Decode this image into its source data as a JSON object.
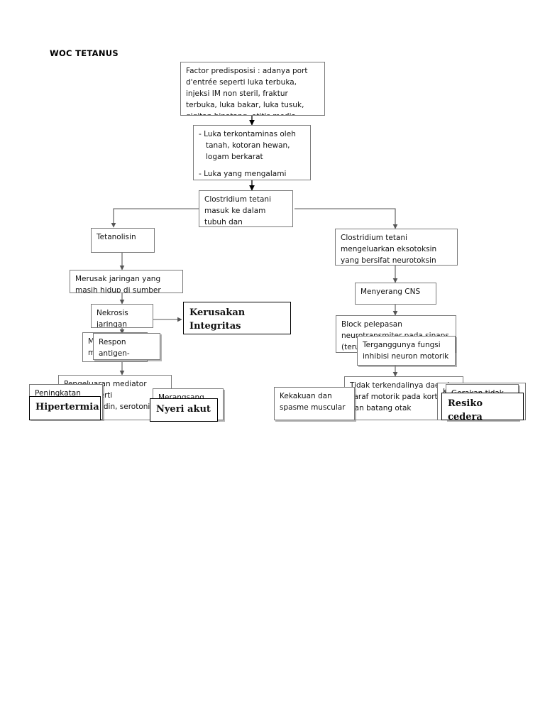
{
  "document": {
    "title": "WOC TETANUS",
    "type": "flowchart",
    "background": "#ffffff",
    "box_border_color": "#7a7a7a",
    "diagnosis_border_color": "#000000"
  },
  "nodes": [
    {
      "id": "factor-predisposisi",
      "name": "node-factor-predisposisi",
      "text": "Factor predisposisi : adanya port d'entrée seperti luka terbuka, injeksi IM non steril, fraktur terbuka, luka bakar, luka tusuk, gigitan binatang, otitis media",
      "kind": "process"
    },
    {
      "id": "luka-terkontaminasi",
      "name": "node-luka-terkontaminasi",
      "line1": "- Luka terkontaminas oleh tanah, kotoran hewan, logam berkarat",
      "line2": "- Luka yang mengalami",
      "kind": "process"
    },
    {
      "id": "clostridium-masuk",
      "name": "node-clostridium-masuk",
      "text": "Clostridium tetani masuk ke dalam tubuh dan bermultifikasi",
      "kind": "process"
    },
    {
      "id": "tetanolisin",
      "name": "node-tetanolisin",
      "text": "Tetanolisin",
      "kind": "process"
    },
    {
      "id": "merusak-jaringan",
      "name": "node-merusak-jaringan",
      "text": "Merusak jaringan yang masih hidup di sumber",
      "kind": "process"
    },
    {
      "id": "nekrosis",
      "name": "node-nekrosis",
      "text": "Nekrosis jaringan",
      "kind": "process"
    },
    {
      "id": "kerusakan-integritas",
      "name": "node-kerusakan-integritas-jaringan",
      "text": "Kerusakan Integritas Jaringan",
      "kind": "diagnosis"
    },
    {
      "id": "mengaktifkan-makrofag",
      "name": "node-mengaktifkan-makrofag",
      "text": "Mengaktifkan makrofag",
      "kind": "process"
    },
    {
      "id": "respon-antigen",
      "name": "node-respon-antigen",
      "text": "Respon antigen-",
      "kind": "process"
    },
    {
      "id": "pengeluaran-mediator",
      "name": "node-pengeluaran-mediator",
      "text": "Pengeluaran mediator kimia seperti prostaglandin, serotonin",
      "kind": "process"
    },
    {
      "id": "peningkatan",
      "name": "node-peningkatan-suhu",
      "text": "Peningkatan",
      "kind": "process"
    },
    {
      "id": "hipertermia",
      "name": "node-hipertermia",
      "text": "Hipertermia",
      "kind": "diagnosis"
    },
    {
      "id": "merangsang",
      "name": "node-merangsang-nosiseptor",
      "text": "Merangsang",
      "kind": "process"
    },
    {
      "id": "nyeri-akut",
      "name": "node-nyeri-akut",
      "text": "Nyeri akut",
      "kind": "diagnosis"
    },
    {
      "id": "clostridium-eksotoksin",
      "name": "node-clostridium-eksotoksin",
      "text": "Clostridium tetani mengeluarkan eksotoksin yang bersifat neurotoksin yaitu tetanospasmin",
      "kind": "process"
    },
    {
      "id": "menyerang-cns",
      "name": "node-menyerang-cns",
      "text": "Menyerang CNS",
      "kind": "process"
    },
    {
      "id": "block-pelepasan",
      "name": "node-block-pelepasan-neurotransmiter",
      "text": "Block pelepasan neurotransmiter pada sinaps (terutama inhibisi) neuron motorik",
      "kind": "process"
    },
    {
      "id": "terganggunya-fungsi",
      "name": "node-terganggunya-fungsi-inhibisi",
      "text": "Terganggunya fungsi inhibisi neuron motorik",
      "kind": "process"
    },
    {
      "id": "tidak-terkendali",
      "name": "node-tidak-terkendalinya-saraf-motorik",
      "text": "Tidak terkendalinya daerah saraf motorik pada korteks dan batang otak",
      "kind": "process"
    },
    {
      "id": "kekakuan",
      "name": "node-kekakuan-spasme-muscular",
      "text": "Kekakuan dan spasme muscular",
      "kind": "process"
    },
    {
      "id": "kejang",
      "name": "node-kejang",
      "text": "Kejang",
      "kind": "process"
    },
    {
      "id": "gerakan-tidak",
      "name": "node-gerakan-tidak-terkontrol",
      "text": "Gerakan tidak",
      "kind": "process"
    },
    {
      "id": "resiko-cedera",
      "name": "node-resiko-cedera",
      "text": "Resiko cedera",
      "kind": "diagnosis"
    }
  ],
  "edges": [
    {
      "from": "factor-predisposisi",
      "to": "luka-terkontaminasi"
    },
    {
      "from": "luka-terkontaminasi",
      "to": "clostridium-masuk"
    },
    {
      "from": "clostridium-masuk",
      "to": "tetanolisin"
    },
    {
      "from": "clostridium-masuk",
      "to": "clostridium-eksotoksin"
    },
    {
      "from": "tetanolisin",
      "to": "merusak-jaringan"
    },
    {
      "from": "merusak-jaringan",
      "to": "nekrosis"
    },
    {
      "from": "nekrosis",
      "to": "kerusakan-integritas"
    },
    {
      "from": "nekrosis",
      "to": "respon-antigen"
    },
    {
      "from": "respon-antigen",
      "to": "pengeluaran-mediator"
    },
    {
      "from": "pengeluaran-mediator",
      "to": "peningkatan"
    },
    {
      "from": "pengeluaran-mediator",
      "to": "merangsang"
    },
    {
      "from": "peningkatan",
      "to": "hipertermia"
    },
    {
      "from": "merangsang",
      "to": "nyeri-akut"
    },
    {
      "from": "clostridium-eksotoksin",
      "to": "menyerang-cns"
    },
    {
      "from": "menyerang-cns",
      "to": "block-pelepasan"
    },
    {
      "from": "block-pelepasan",
      "to": "terganggunya-fungsi"
    },
    {
      "from": "terganggunya-fungsi",
      "to": "tidak-terkendali"
    },
    {
      "from": "tidak-terkendali",
      "to": "kekakuan"
    },
    {
      "from": "tidak-terkendali",
      "to": "kejang"
    },
    {
      "from": "kejang",
      "to": "gerakan-tidak"
    },
    {
      "from": "gerakan-tidak",
      "to": "resiko-cedera"
    }
  ]
}
